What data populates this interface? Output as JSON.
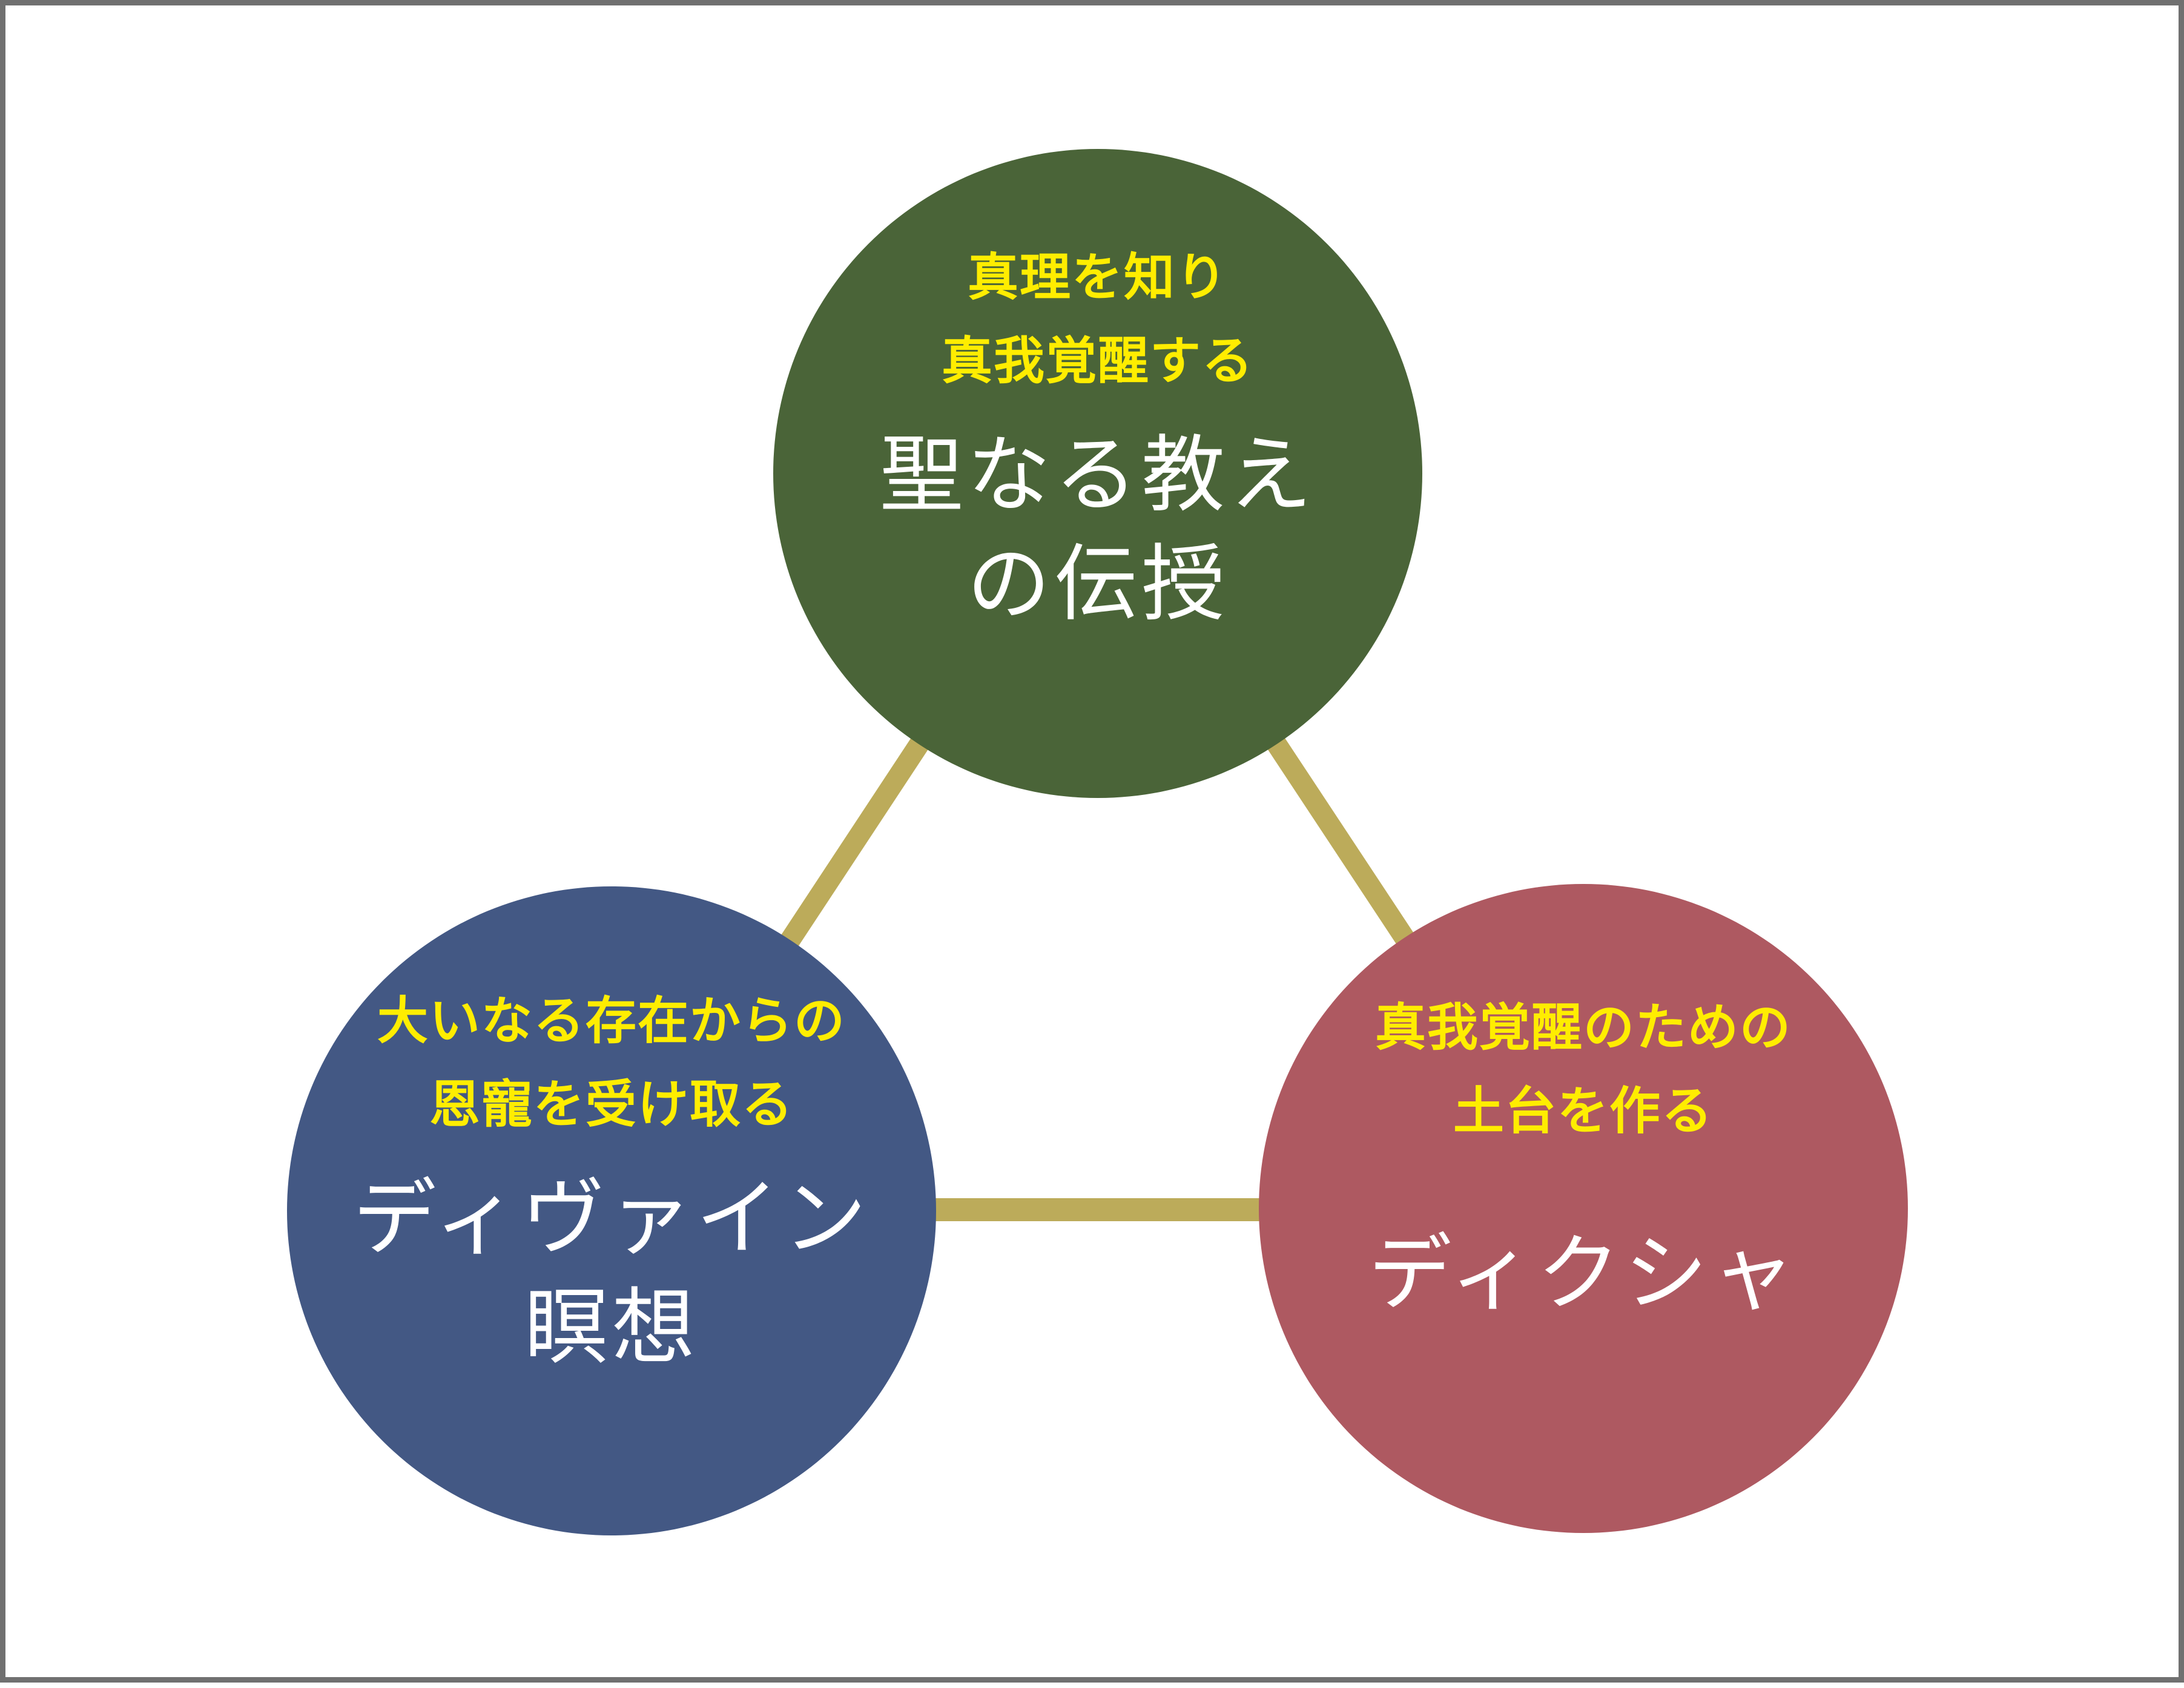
{
  "colors": {
    "frame_border": "#707070",
    "connector": "#bcab5a",
    "top_circle": "#4a6438",
    "left_circle": "#435884",
    "right_circle": "#ae5961",
    "subtitle_text": "#ffed00",
    "title_text": "#ffffff"
  },
  "nodes": {
    "top": {
      "subtitle_lines": [
        "真理を知り",
        "真我覚醒する"
      ],
      "title_lines": [
        "聖なる教え",
        "の伝授"
      ]
    },
    "left": {
      "subtitle_lines": [
        "大いなる存在からの",
        "恩寵を受け取る"
      ],
      "title_lines": [
        "ディヴァイン",
        "瞑想"
      ]
    },
    "right": {
      "subtitle_lines": [
        "真我覚醒のための",
        "土台を作る"
      ],
      "title_lines": [
        "ディクシャ"
      ]
    }
  }
}
